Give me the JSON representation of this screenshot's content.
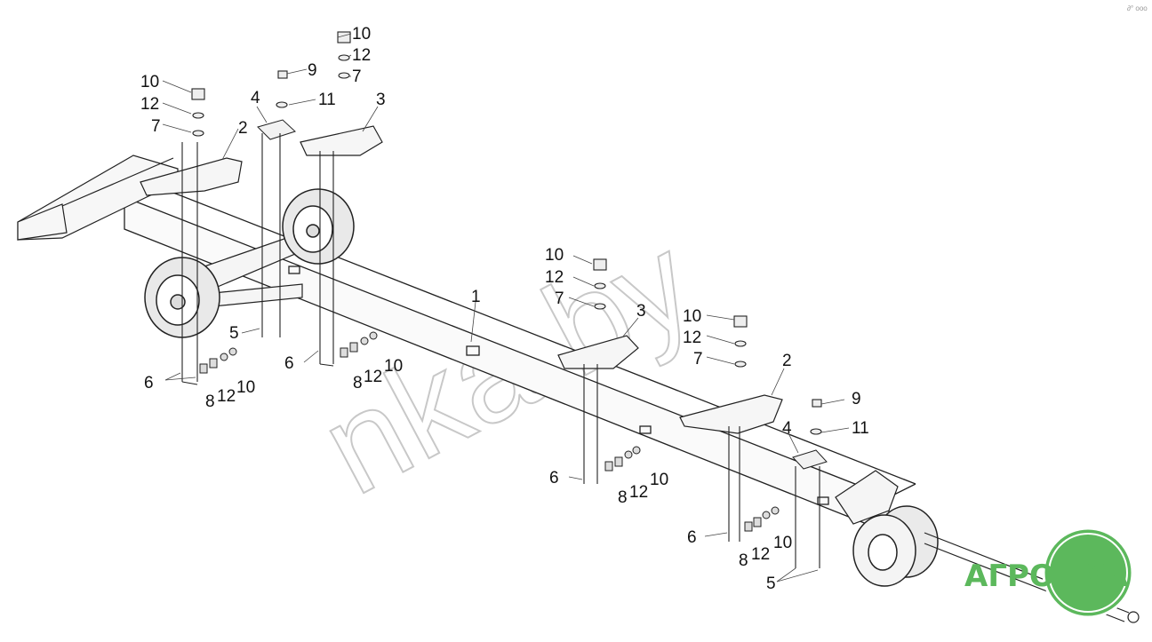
{
  "labels": {
    "p10a": "10",
    "p12a": "12",
    "p7a": "7",
    "p2a": "2",
    "p10b": "10",
    "p12b": "12",
    "p7b": "7",
    "p9a": "9",
    "p4a": "4",
    "p11a": "11",
    "p3a": "3",
    "p5a": "5",
    "p6a": "6",
    "p8a": "8",
    "p12c": "12",
    "p10c": "10",
    "p6b": "6",
    "p8b": "8",
    "p12d": "12",
    "p10d": "10",
    "p1": "1",
    "p10e": "10",
    "p12e": "12",
    "p7c": "7",
    "p3b": "3",
    "p10f": "10",
    "p12f": "12",
    "p7d": "7",
    "p2b": "2",
    "p9b": "9",
    "p4b": "4",
    "p11b": "11",
    "p6c": "6",
    "p8c": "8",
    "p12g": "12",
    "p10g": "10",
    "p6d": "6",
    "p8d": "8",
    "p12h": "12",
    "p10h": "10",
    "p5b": "5"
  },
  "watermark": "nka.by",
  "logo": {
    "text": "АГРОНКА",
    "color": "#5cb85c"
  },
  "corner_mark": "∂° ooo"
}
